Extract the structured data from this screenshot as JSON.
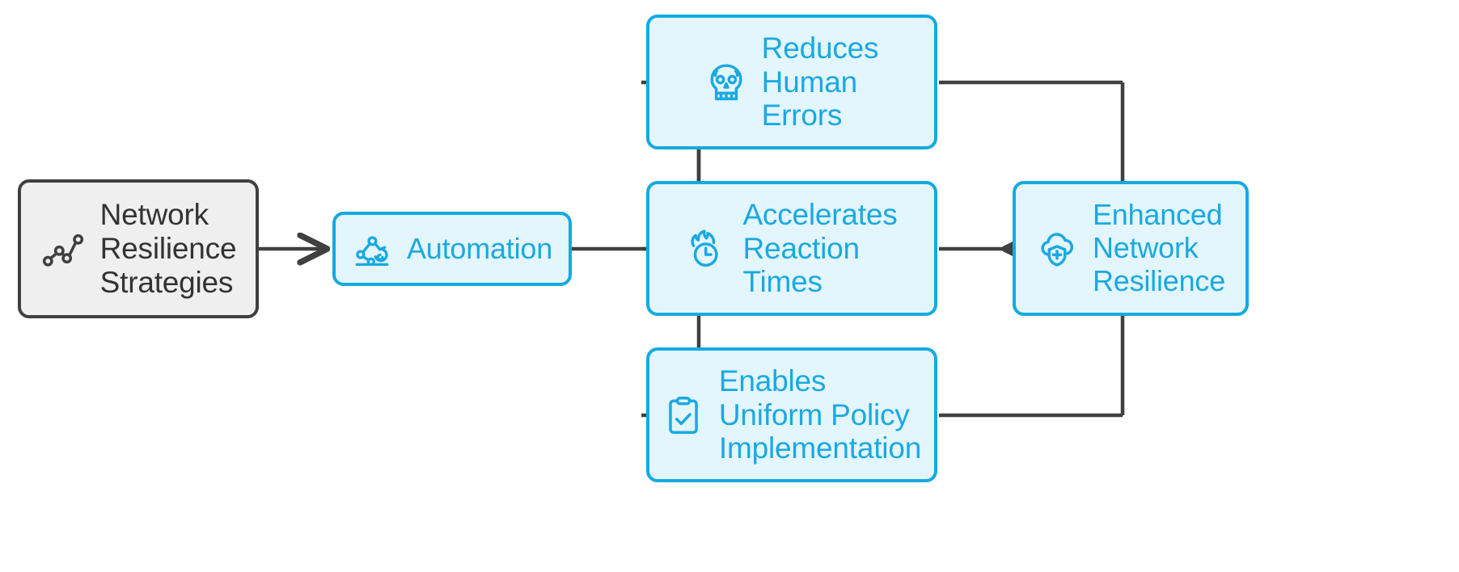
{
  "diagram": {
    "title": "Network Resilience Strategies - Automation Benefits Flowchart",
    "colors": {
      "accent_blue": "#1aa9e2",
      "node_blue_fill": "#e3f5fd",
      "node_blue_border": "#14aae0",
      "node_gray_fill": "#efefef",
      "node_gray_border": "#404040",
      "gray_text": "#333333",
      "connector": "#404040",
      "background": "#ffffff"
    },
    "nodes": [
      {
        "id": "source",
        "label": "Network\nResilience\nStrategies",
        "icon": "line-chart-nodes-icon",
        "style": "gray"
      },
      {
        "id": "automation",
        "label": "Automation",
        "icon": "robot-arm-icon",
        "style": "blue"
      },
      {
        "id": "reduce-human-errors",
        "label": "Reduces\nHuman\nErrors",
        "icon": "skull-icon",
        "style": "blue"
      },
      {
        "id": "accelerate-reaction-times",
        "label": "Accelerates\nReaction\nTimes",
        "icon": "clock-flame-icon",
        "style": "blue"
      },
      {
        "id": "uniform-policy",
        "label": "Enables\nUniform Policy\nImplementation",
        "icon": "clipboard-check-icon",
        "style": "blue"
      },
      {
        "id": "enhanced-resilience",
        "label": "Enhanced\nNetwork\nResilience",
        "icon": "cloud-shield-plus-icon",
        "style": "blue"
      }
    ],
    "edges": [
      {
        "from": "source",
        "to": "automation",
        "style": "straight-arrow"
      },
      {
        "from": "automation",
        "to": "reduce-human-errors",
        "style": "elbow-arrow"
      },
      {
        "from": "automation",
        "to": "accelerate-reaction-times",
        "style": "straight-arrow"
      },
      {
        "from": "automation",
        "to": "uniform-policy",
        "style": "elbow-arrow"
      },
      {
        "from": "reduce-human-errors",
        "to": "enhanced-resilience",
        "style": "elbow-arrow"
      },
      {
        "from": "accelerate-reaction-times",
        "to": "enhanced-resilience",
        "style": "straight-arrow"
      },
      {
        "from": "uniform-policy",
        "to": "enhanced-resilience",
        "style": "elbow-arrow"
      }
    ]
  }
}
